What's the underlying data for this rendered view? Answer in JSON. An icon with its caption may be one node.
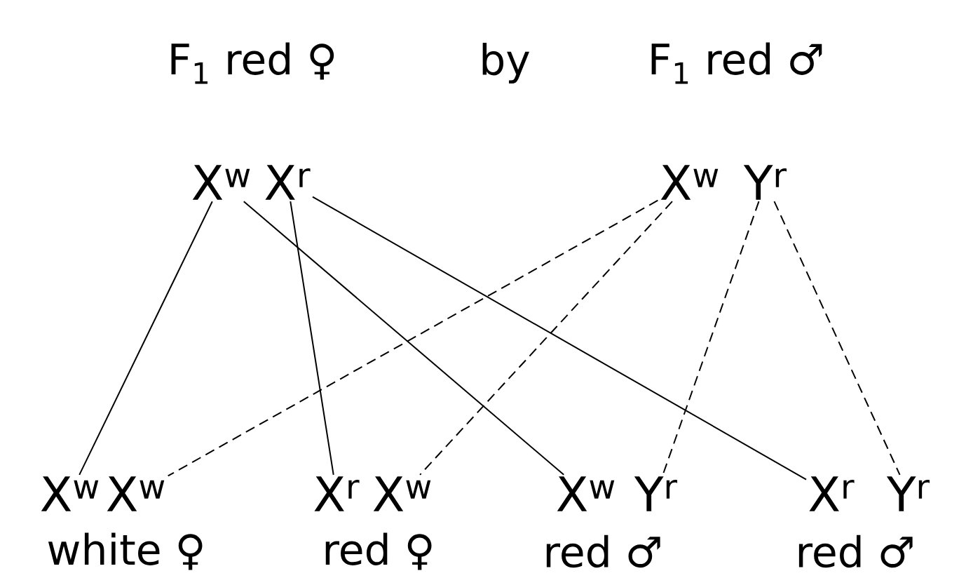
{
  "diagram": {
    "nodes": [
      {
        "text": [
          "X$^{w}$"
        ]
      },
      {
        "text": [
          "X$^{r}$"
        ]
      },
      {
        "text": [
          "X$^{w}$"
        ]
      },
      {
        "text": [
          "Y$^{r}$"
        ]
      },
      {
        "text": [
          "X$^{w}$"
        ]
      },
      {
        "text": [
          "X$^{w}$"
        ]
      },
      {
        "text": [
          "X$^{r}$"
        ]
      },
      {
        "text": [
          "X$^{w}$"
        ]
      },
      {
        "text": [
          "X$^{w}$"
        ]
      },
      {
        "text": [
          "Y$^{r}$"
        ]
      },
      {
        "text": [
          "X$^{r}$"
        ]
      },
      {
        "text": [
          "Y$^{r}$"
        ]
      }
    ],
    "edges": [
      {
        "from": 0,
        "to": 4,
        "arrow": "none"
      },
      {
        "from": 0,
        "to": 8,
        "arrow": "none"
      },
      {
        "from": 1,
        "to": 6,
        "arrow": "none"
      },
      {
        "from": 1,
        "to": 10,
        "arrow": "none"
      },
      {
        "from": 2,
        "to": 5,
        "arrow": "none",
        "style": "dashed"
      },
      {
        "from": 2,
        "to": 7,
        "arrow": "none",
        "style": "dashed"
      },
      {
        "from": 3,
        "to": 9,
        "arrow": "none",
        "style": "dashed"
      },
      {
        "from": 3,
        "to": 11,
        "arrow": "none",
        "style": "dashed"
      }
    ],
    "labels": [
      "F$_{1}$ red ♀",
      "by",
      "F$_{1}$ red ♂",
      "white ♀",
      "red ♀",
      "red ♂",
      "red ♂"
    ]
  }
}
